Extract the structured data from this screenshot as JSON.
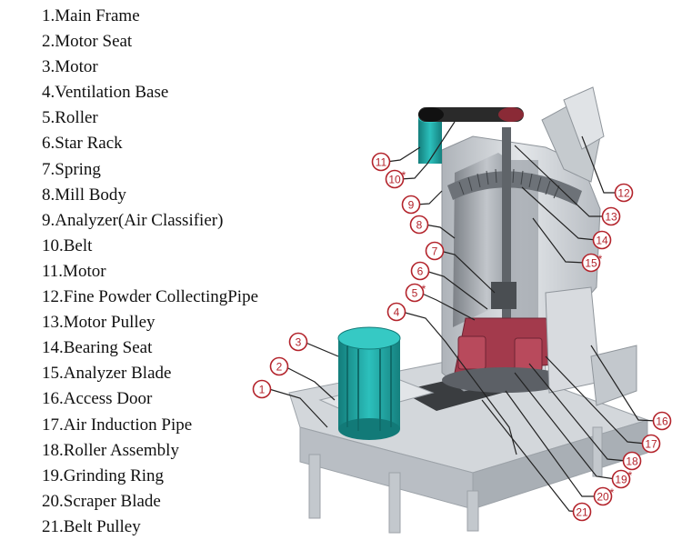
{
  "parts": [
    "1.Main Frame",
    "2.Motor Seat",
    "3.Motor",
    "4.Ventilation Base",
    "5.Roller",
    "6.Star Rack",
    "7.Spring",
    "8.Mill Body",
    "9.Analyzer(Air Classifier)",
    "10.Belt",
    "11.Motor",
    "12.Fine Powder CollectingPipe",
    "13.Motor Pulley",
    "14.Bearing Seat",
    "15.Analyzer Blade",
    "16.Access Door",
    "17.Air Induction Pipe",
    "18.Roller Assembly",
    "19.Grinding Ring",
    "20.Scraper Blade",
    "21.Belt Pulley"
  ],
  "callouts": [
    {
      "num": "1",
      "star": false
    },
    {
      "num": "2",
      "star": false
    },
    {
      "num": "3",
      "star": false
    },
    {
      "num": "4",
      "star": false
    },
    {
      "num": "5",
      "star": true
    },
    {
      "num": "6",
      "star": false
    },
    {
      "num": "7",
      "star": false
    },
    {
      "num": "8",
      "star": false
    },
    {
      "num": "9",
      "star": false
    },
    {
      "num": "10",
      "star": true
    },
    {
      "num": "11",
      "star": false
    },
    {
      "num": "12",
      "star": false
    },
    {
      "num": "13",
      "star": false
    },
    {
      "num": "14",
      "star": false
    },
    {
      "num": "15",
      "star": true
    },
    {
      "num": "16",
      "star": false
    },
    {
      "num": "17",
      "star": false
    },
    {
      "num": "18",
      "star": false
    },
    {
      "num": "19",
      "star": true
    },
    {
      "num": "20",
      "star": true
    },
    {
      "num": "21",
      "star": false
    }
  ],
  "star_mark": "*",
  "colors": {
    "callout": "#b3232b",
    "frame": "#c9cdd2",
    "motor": "#1fa3a0",
    "roller": "#a33a4c",
    "belt": "#2a2a2a"
  }
}
